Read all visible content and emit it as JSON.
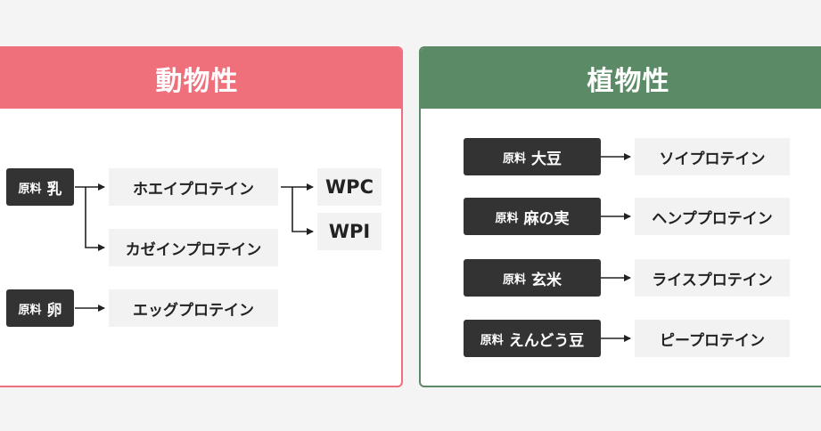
{
  "animal": {
    "title": "動物性",
    "sources": [
      {
        "prefix": "原料",
        "name": "乳"
      },
      {
        "prefix": "原料",
        "name": "卵"
      }
    ],
    "products": {
      "whey": "ホエイプロテイン",
      "casein": "カゼインプロテイン",
      "egg": "エッグプロテイン",
      "wpc": "WPC",
      "wpi": "WPI"
    }
  },
  "plant": {
    "title": "植物性",
    "rows": [
      {
        "prefix": "原料",
        "name": "大豆",
        "product": "ソイプロテイン"
      },
      {
        "prefix": "原料",
        "name": "麻の実",
        "product": "ヘンププロテイン"
      },
      {
        "prefix": "原料",
        "name": "玄米",
        "product": "ライスプロテイン"
      },
      {
        "prefix": "原料",
        "name": "えんどう豆",
        "product": "ピープロテイン"
      }
    ]
  },
  "colors": {
    "animal_accent": "#ef6f7b",
    "plant_accent": "#5b8b66",
    "source_box": "#333333",
    "product_box": "#f2f2f2"
  }
}
